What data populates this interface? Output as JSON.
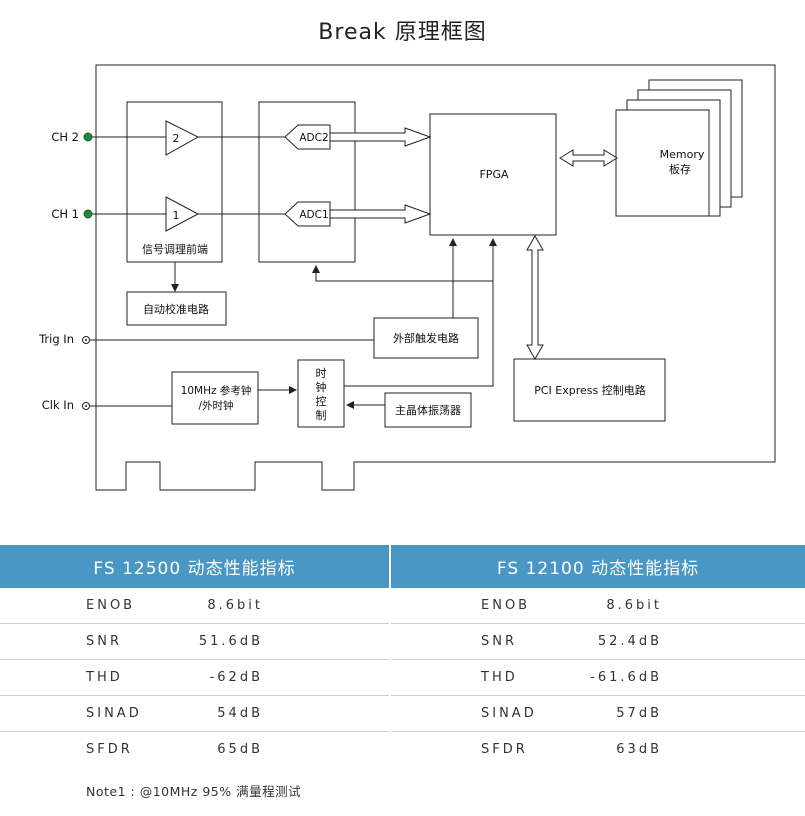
{
  "title": "Break 原理框图",
  "diagram": {
    "inputs": {
      "ch2": "CH 2",
      "ch1": "CH 1",
      "trig_in": "Trig In",
      "clk_in": "Clk In"
    },
    "amp2": "2",
    "amp1": "1",
    "frontend_label": "信号调理前端",
    "adc2": "ADC2",
    "adc1": "ADC1",
    "fpga": "FPGA",
    "memory_line1": "Memory",
    "memory_line2": "板存",
    "auto_cal": "自动校准电路",
    "ext_trigger": "外部触发电路",
    "ref_clock_line1": "10MHz 参考钟",
    "ref_clock_line2": "/外时钟",
    "clock_ctrl": [
      "时",
      "钟",
      "控",
      "制"
    ],
    "crystal": "主晶体振荡器",
    "pci": "PCI Express 控制电路"
  },
  "tables": [
    {
      "header": "FS 12500  动态性能指标",
      "rows": [
        {
          "name": "ENOB",
          "value": "8.6bit"
        },
        {
          "name": "SNR",
          "value": "51.6dB"
        },
        {
          "name": "THD",
          "value": "-62dB"
        },
        {
          "name": "SINAD",
          "value": "54dB"
        },
        {
          "name": "SFDR",
          "value": "65dB"
        }
      ]
    },
    {
      "header": "FS 12100 动态性能指标",
      "rows": [
        {
          "name": "ENOB",
          "value": "8.6bit"
        },
        {
          "name": "SNR",
          "value": "52.4dB"
        },
        {
          "name": "THD",
          "value": "-61.6dB"
        },
        {
          "name": "SINAD",
          "value": "57dB"
        },
        {
          "name": "SFDR",
          "value": "63dB"
        }
      ]
    }
  ],
  "note": "Note1 : @10MHz 95% 满量程测试",
  "colors": {
    "header_blue": "#4a97c6",
    "input_dot_green": "#1f8a3c",
    "line": "#222222"
  }
}
